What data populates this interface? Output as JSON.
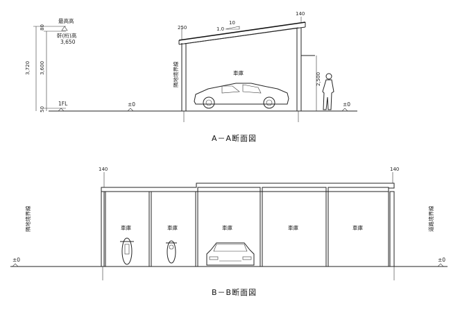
{
  "section_aa": {
    "title": "A－A断面図",
    "dims": {
      "eave_left": "250",
      "eave_right": "140",
      "slope": "1.0",
      "slope_run": "10",
      "height_total": "3,720",
      "height_main": "3,600",
      "height_base": "80",
      "height_ground": "50",
      "height_person": "2,500"
    },
    "labels": {
      "max_height": "最高高",
      "eave_height": "軒(桁)高",
      "eave_height_value": "3,650",
      "floor_level": "1FL",
      "ground_zero_1": "±0",
      "ground_zero_2": "±0",
      "boundary": "隣地境界線",
      "garage": "車庫"
    }
  },
  "section_bb": {
    "title": "B－B断面図",
    "dims": {
      "edge_left": "140",
      "edge_right": "140"
    },
    "labels": {
      "boundary_left": "隣地境界線",
      "boundary_right": "道路境界線",
      "ground_zero_left": "±0",
      "ground_zero_right": "±0",
      "bays": [
        "車庫",
        "車庫",
        "車庫",
        "車庫",
        "車庫"
      ]
    }
  }
}
